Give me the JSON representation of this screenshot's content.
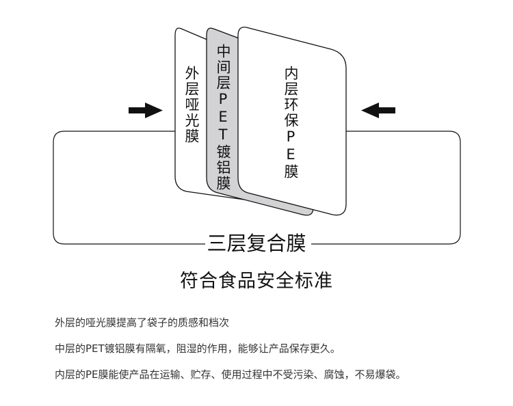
{
  "layers": {
    "outer": "外层哑光膜",
    "middle": "中间层PET镀铝膜",
    "inner": "内层环保PE膜"
  },
  "title": "三层复合膜",
  "subtitle": "符合食品安全标准",
  "descriptions": [
    "外层的哑光膜提高了袋子的质感和档次",
    "中层的PET镀铝膜有隔氧，阻湿的作用，能够让产品保存更久。",
    "内层的PE膜能使产品在运输、贮存、使用过程中不受污染、腐蚀，不易爆袋。"
  ],
  "colors": {
    "middle_layer_fill": "#d3d2d4",
    "card_fill": "#ffffff",
    "stroke": "#111111"
  },
  "icons": {
    "left": "arrow-right-icon",
    "right": "arrow-left-icon"
  }
}
